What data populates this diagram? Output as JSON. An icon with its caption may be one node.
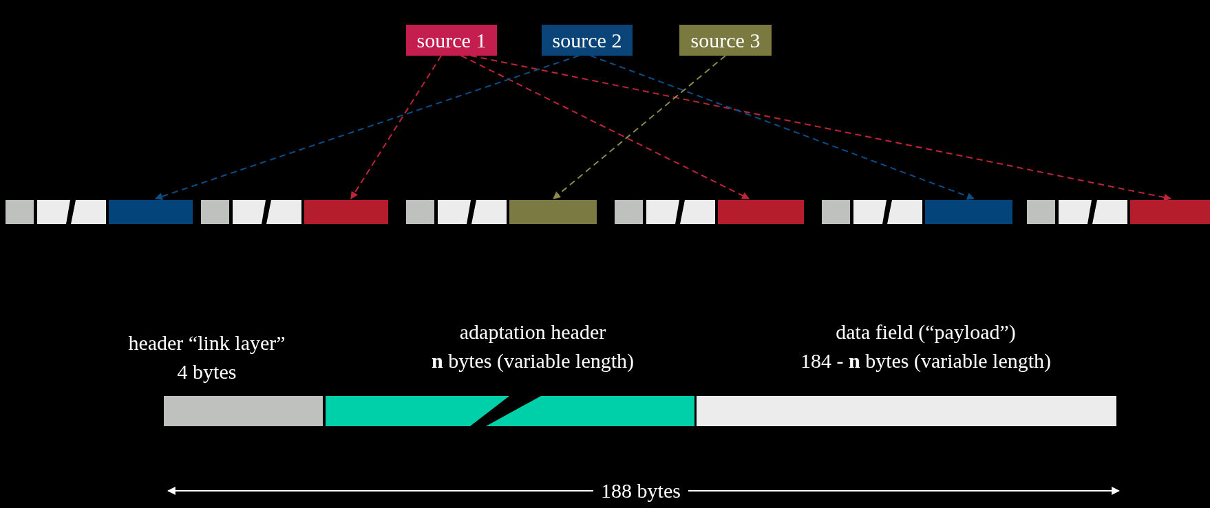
{
  "diagram": {
    "nodes": [
      {
        "text": [
          "source 1"
        ]
      },
      {
        "text": [
          "source 2"
        ]
      },
      {
        "text": [
          "source 3"
        ]
      },
      {
        "text": [],
        "shape": "bar"
      },
      {
        "text": [],
        "shape": "bar"
      },
      {
        "text": [],
        "shape": "bar"
      },
      {
        "text": [],
        "shape": "bar"
      },
      {
        "text": [],
        "shape": "bar"
      },
      {
        "text": [],
        "shape": "bar"
      },
      {
        "text": [
          "header “link layer”",
          "4 bytes"
        ]
      },
      {
        "text": [
          "adaptation header",
          "**n** bytes (variable length)"
        ]
      },
      {
        "text": [
          "data field (“payload”)",
          "184 - **n** bytes (variable length)"
        ]
      }
    ],
    "edges": [
      {
        "from": 0,
        "to": 4,
        "arrow": "to",
        "style": "dashed"
      },
      {
        "from": 0,
        "to": 6,
        "arrow": "to",
        "style": "dashed"
      },
      {
        "from": 0,
        "to": 8,
        "arrow": "to",
        "style": "dashed"
      },
      {
        "from": 1,
        "to": 3,
        "arrow": "to",
        "style": "dashed",
        "color": "#0b4f8a"
      },
      {
        "from": 1,
        "to": 7,
        "arrow": "to",
        "style": "dashed",
        "color": "#0b4f8a"
      },
      {
        "from": 2,
        "to": 5,
        "arrow": "to",
        "style": "dashed",
        "color": "#8a8a4c"
      }
    ],
    "labels": [
      "188 bytes"
    ]
  }
}
